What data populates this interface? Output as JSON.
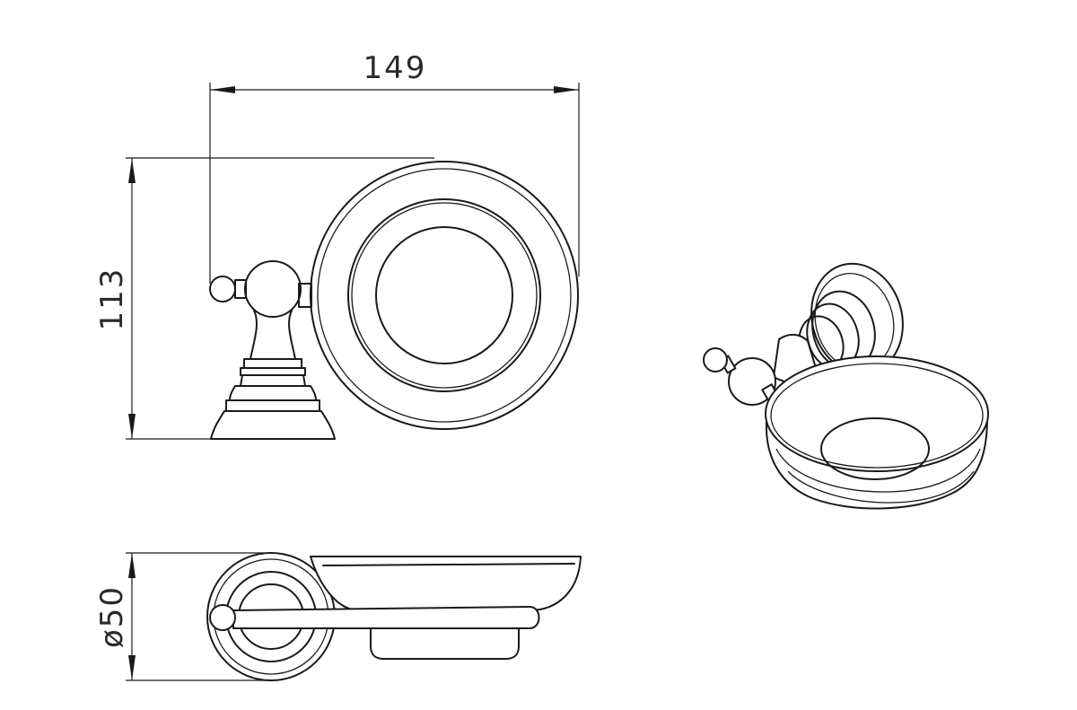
{
  "dimensions": {
    "width": "149",
    "height": "113",
    "diameter": "ø50"
  }
}
